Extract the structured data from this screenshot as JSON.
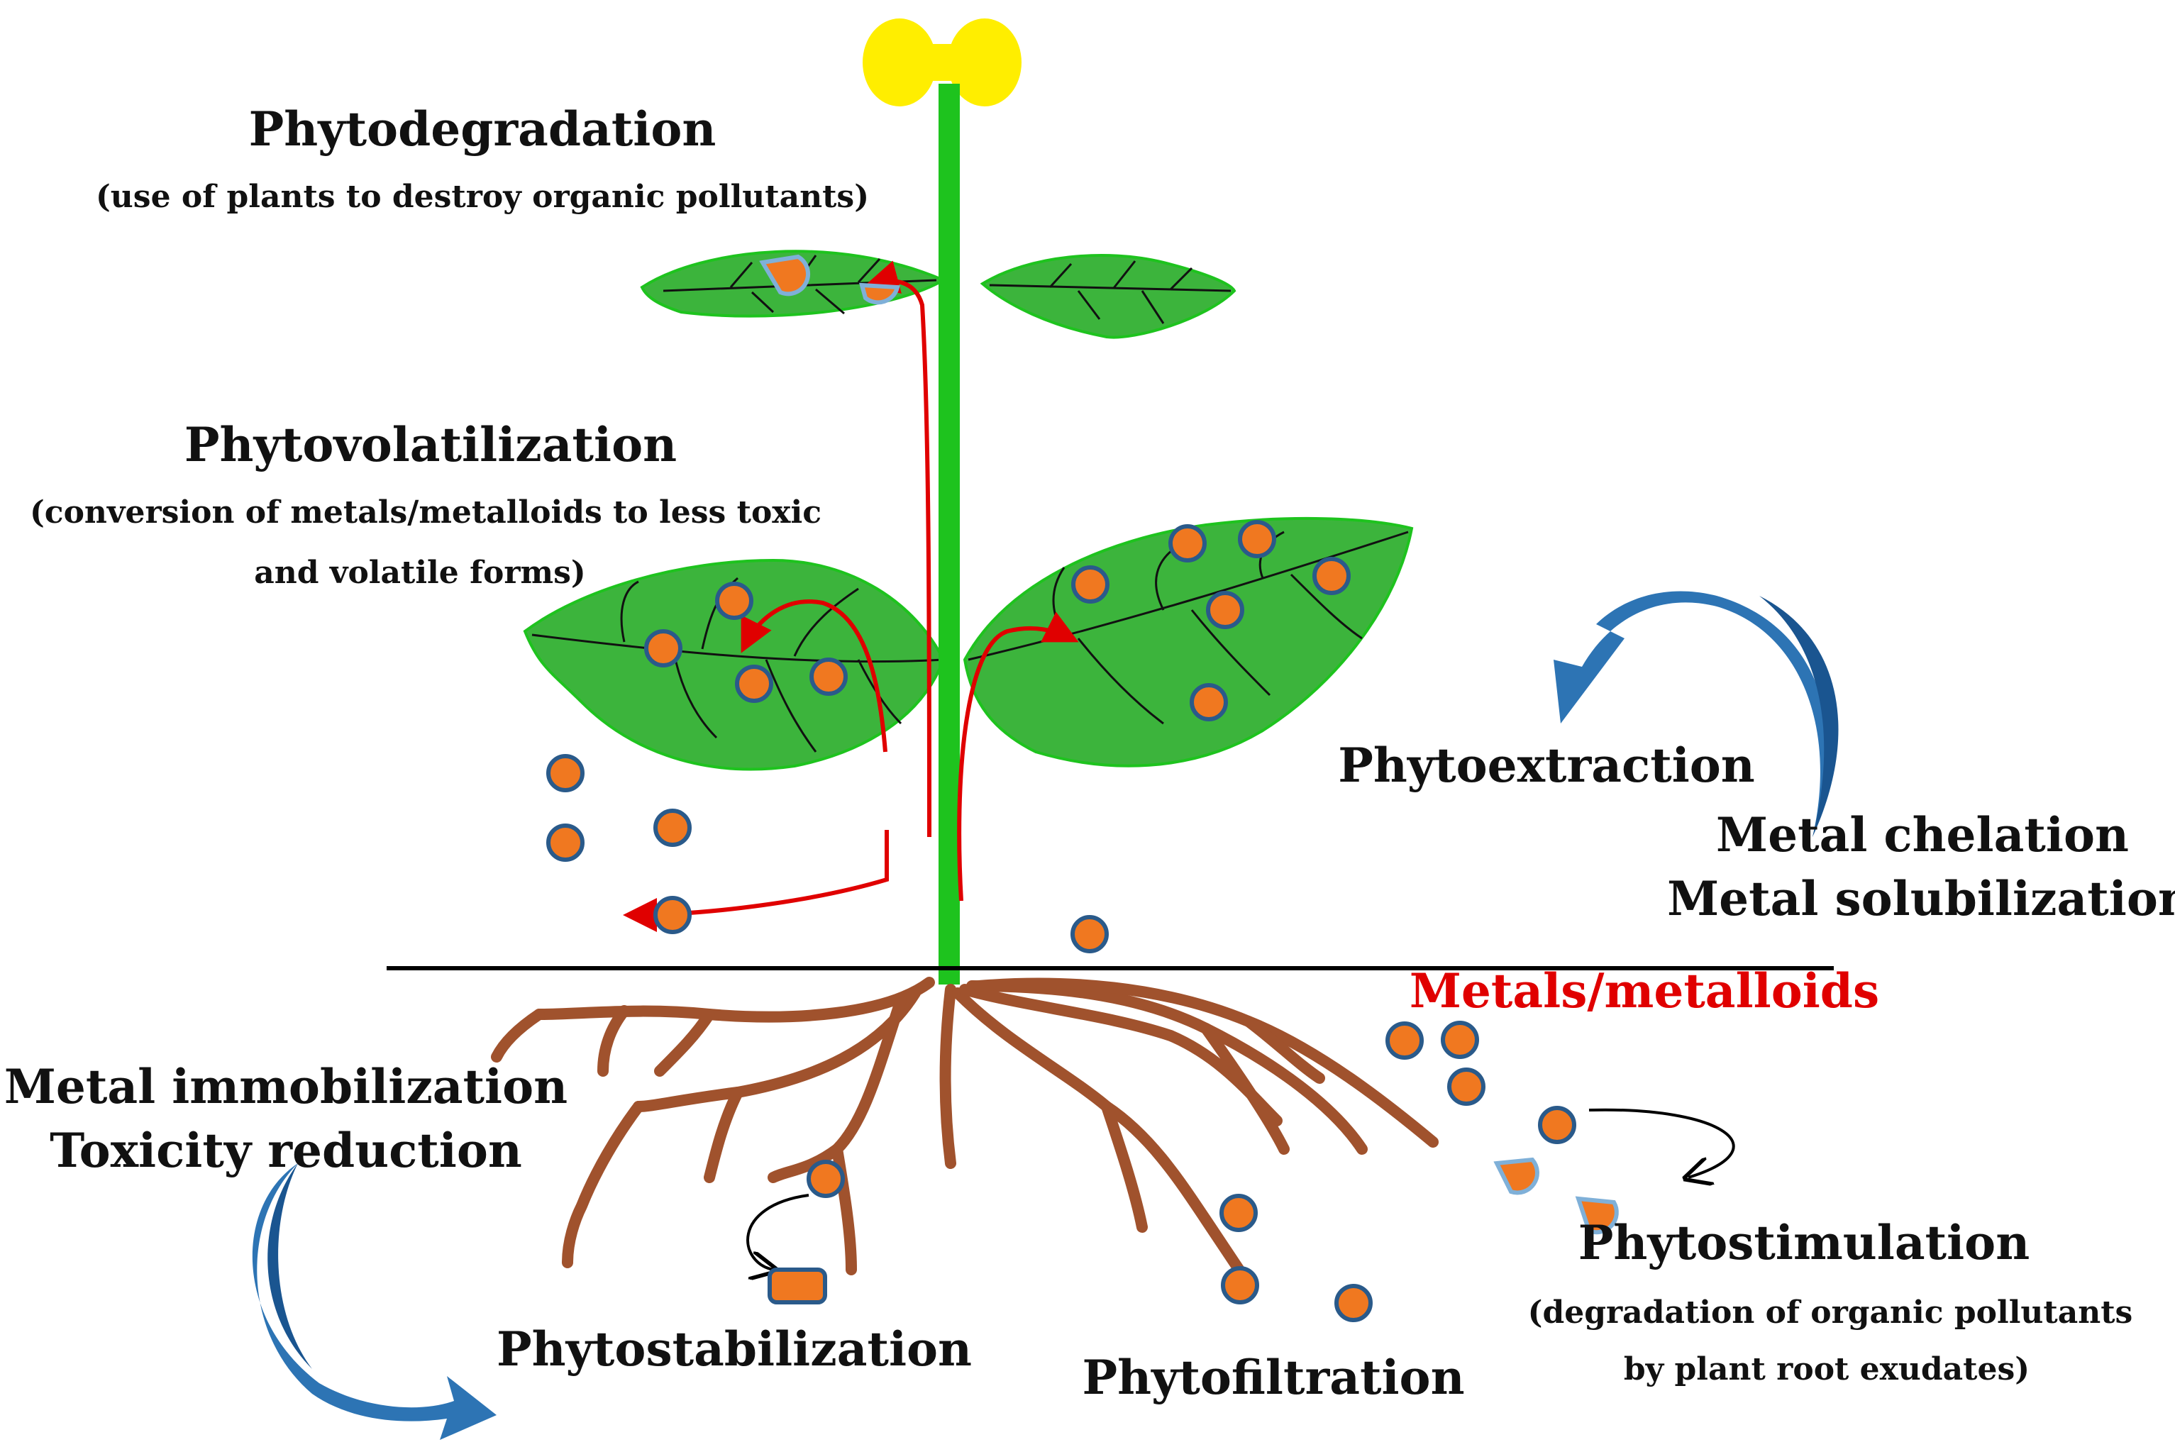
{
  "labels": {
    "phytodegradation": {
      "title": "Phytodegradation",
      "description": "(use of plants to destroy organic pollutants)"
    },
    "phytovolatilization": {
      "title": "Phytovolatilization",
      "description_line1": "(conversion of metals/metalloids to less  toxic",
      "description_line2": "and volatile forms)"
    },
    "phytoextraction": {
      "title": "Phytoextraction"
    },
    "chelation": {
      "line1": "Metal chelation",
      "line2": "Metal solubilization"
    },
    "metals": {
      "title": "Metals/metalloids"
    },
    "immobilization": {
      "line1": "Metal immobilization",
      "line2": "Toxicity reduction"
    },
    "phytostabilization": {
      "title": "Phytostabilization"
    },
    "phytofiltration": {
      "title": "Phytofiltration"
    },
    "phytostimulation": {
      "title": "Phytostimulation",
      "description_line1": "(degradation of organic pollutants",
      "description_line2": "by plant root exudates)"
    }
  },
  "colors": {
    "stem": "#1ec31e",
    "leaf": "#3cb43c",
    "leaf_vein": "#111111",
    "flower": "#ffee00",
    "root": "#a0522d",
    "particle_fill": "#f07820",
    "particle_stroke": "#2a5a8a",
    "flow_arrow": "#e00000",
    "process_arrow": "#2d74b4",
    "ground_line": "#000000",
    "metals_label": "#e00000"
  }
}
